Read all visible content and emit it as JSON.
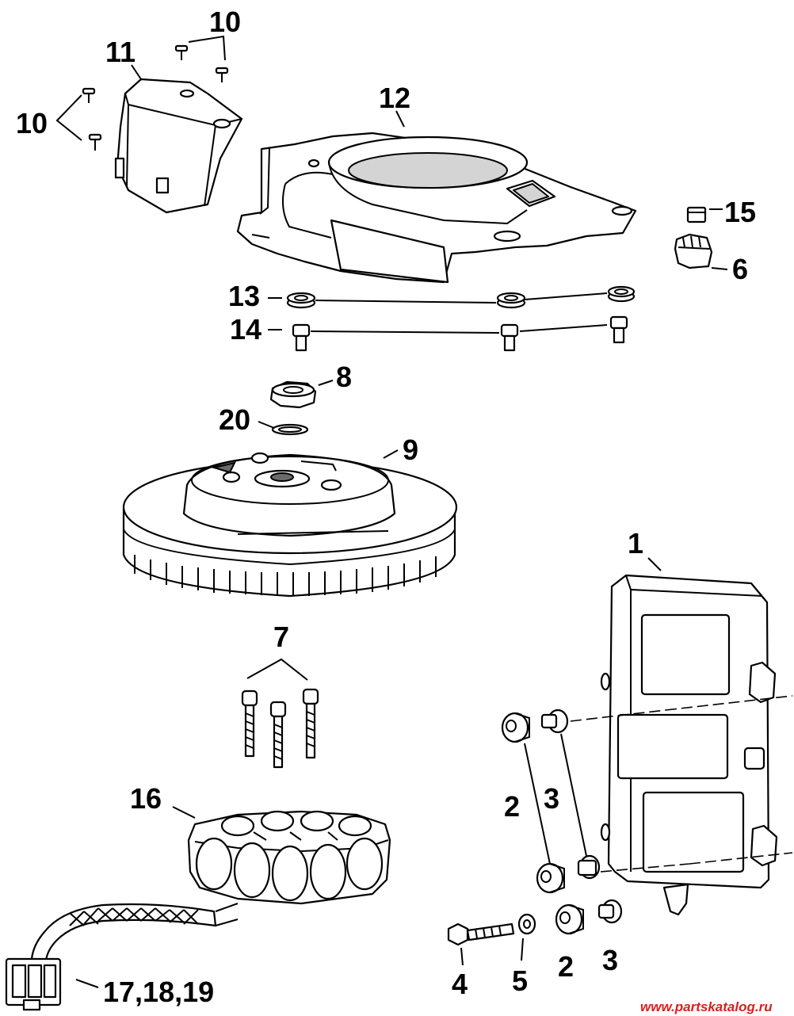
{
  "callouts": {
    "c10_top": "10",
    "c11": "11",
    "c10_left": "10",
    "c12": "12",
    "c15": "15",
    "c6": "6",
    "c13": "13",
    "c14": "14",
    "c8": "8",
    "c20": "20",
    "c9": "9",
    "c1": "1",
    "c7": "7",
    "c2_upper": "2",
    "c3_upper": "3",
    "c16": "16",
    "c17_18_19": "17,18,19",
    "c4": "4",
    "c5": "5",
    "c2_lower": "2",
    "c3_lower": "3"
  },
  "watermark": "www.partskatalog.ru",
  "colors": {
    "ink": "#000000",
    "part_fill": "#ffffff",
    "shade": "#d4d4d4",
    "watermark": "#d9201f"
  }
}
